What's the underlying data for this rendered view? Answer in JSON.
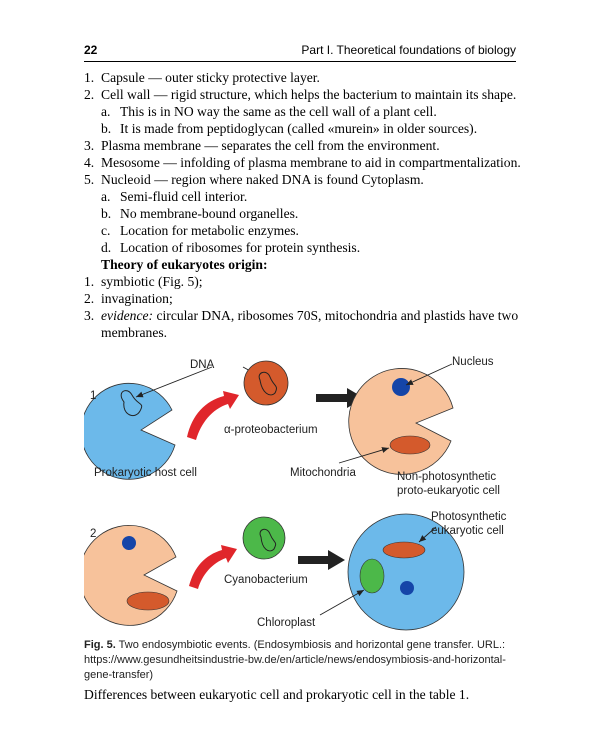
{
  "header": {
    "page_number": "22",
    "running_title": "Part I. Theoretical foundations of biology"
  },
  "list": [
    {
      "marker": "1.",
      "text": "Capsule — outer sticky protective layer."
    },
    {
      "marker": "2.",
      "text": "Cell wall — rigid structure, which helps the bacterium to maintain its shape."
    },
    {
      "marker": "a.",
      "text": "This is in NO way the same as the cell wall of a plant cell."
    },
    {
      "marker": "b.",
      "text": "It is made from peptidoglycan (called «murein» in older sources)."
    },
    {
      "marker": "3.",
      "text": "Plasma membrane — separates the cell from the environment."
    },
    {
      "marker": "4.",
      "text": "Mesosome — infolding of plasma membrane to aid in compartmentalization."
    },
    {
      "marker": "5.",
      "text": "Nucleoid — region where naked DNA is found Cytoplasm."
    },
    {
      "marker": "a.",
      "text": "Semi-fluid cell interior."
    },
    {
      "marker": "b.",
      "text": "No membrane-bound organelles."
    },
    {
      "marker": "c.",
      "text": "Location for metabolic enzymes."
    },
    {
      "marker": "d.",
      "text": "Location of ribosomes for protein synthesis."
    }
  ],
  "origin": {
    "heading": "Theory of eukaryotes origin:",
    "items": [
      {
        "marker": "1.",
        "text": "symbiotic (Fig. 5);"
      },
      {
        "marker": "2.",
        "text": "invagination;"
      },
      {
        "marker": "3.",
        "lead": "evidence:",
        "text": " circular DNA, ribosomes 70S, mitochondria and plastids have two membranes."
      }
    ]
  },
  "figure": {
    "row1_number": "1",
    "row2_number": "2",
    "labels": {
      "dna": "DNA",
      "nucleus": "Nucleus",
      "alpha": "α-proteobacterium",
      "prokaryotic_host": "Prokaryotic host cell",
      "mitochondria": "Mitochondria",
      "non_photo_1": "Non-photosynthetic",
      "non_photo_2": "proto-eukaryotic cell",
      "photo_1": "Photosynthetic",
      "photo_2": "eukaryotic cell",
      "cyanobacterium": "Cyanobacterium",
      "chloroplast": "Chloroplast"
    },
    "colors": {
      "host_blue": "#6cb9ea",
      "peach": "#f7c29b",
      "bacterium_orange": "#d45a2c",
      "cyano_green": "#4cb849",
      "nucleus_blue": "#1545a8",
      "arrow_red": "#e0262b"
    }
  },
  "caption": {
    "label": "Fig. 5.",
    "text": " Two endosymbiotic events. (Endosymbiosis and horizontal gene transfer. URL.: https://www.gesundheitsindustrie-bw.de/en/article/news/endosymbiosis-and-horizontal-gene-transfer)"
  },
  "footer_text": "Differences between eukaryotic cell and prokaryotic cell in the table 1."
}
